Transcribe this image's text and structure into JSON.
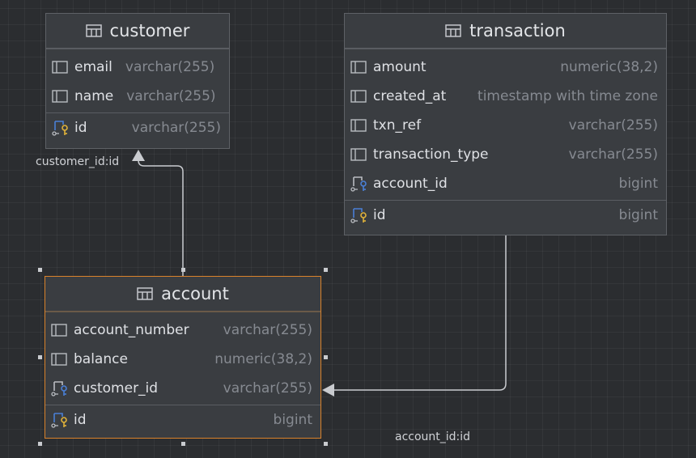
{
  "colors": {
    "canvas_bg": "#2b2d30",
    "entity_bg": "#3a3d41",
    "entity_border": "#5e6166",
    "selected_border": "#d9822b",
    "text": "#dfe1e5",
    "type_text": "#868a91",
    "fk_icon_blue": "#4a7fd6",
    "key_icon_yellow": "#e0b23a",
    "connector": "#c9cbcf"
  },
  "entities": {
    "customer": {
      "title": "customer",
      "icon": "table-icon",
      "columns": [
        {
          "name": "email",
          "type": "varchar(255)",
          "icon": "column-icon"
        },
        {
          "name": "name",
          "type": "varchar(255)",
          "icon": "column-icon"
        },
        {
          "name": "id",
          "type": "varchar(255)",
          "icon": "primary-key-icon"
        }
      ]
    },
    "transaction": {
      "title": "transaction",
      "icon": "table-icon",
      "columns": [
        {
          "name": "amount",
          "type": "numeric(38,2)",
          "icon": "column-icon"
        },
        {
          "name": "created_at",
          "type": "timestamp with time zone",
          "icon": "column-icon"
        },
        {
          "name": "txn_ref",
          "type": "varchar(255)",
          "icon": "column-icon"
        },
        {
          "name": "transaction_type",
          "type": "varchar(255)",
          "icon": "column-icon"
        },
        {
          "name": "account_id",
          "type": "bigint",
          "icon": "foreign-key-icon"
        },
        {
          "name": "id",
          "type": "bigint",
          "icon": "primary-key-icon"
        }
      ]
    },
    "account": {
      "title": "account",
      "icon": "table-icon",
      "selected": true,
      "columns": [
        {
          "name": "account_number",
          "type": "varchar(255)",
          "icon": "column-icon"
        },
        {
          "name": "balance",
          "type": "numeric(38,2)",
          "icon": "column-icon"
        },
        {
          "name": "customer_id",
          "type": "varchar(255)",
          "icon": "foreign-key-icon"
        },
        {
          "name": "id",
          "type": "bigint",
          "icon": "primary-key-icon"
        }
      ]
    }
  },
  "relationships": [
    {
      "label": "customer_id:id",
      "from": "account",
      "to": "customer"
    },
    {
      "label": "account_id:id",
      "from": "transaction",
      "to": "account"
    }
  ]
}
